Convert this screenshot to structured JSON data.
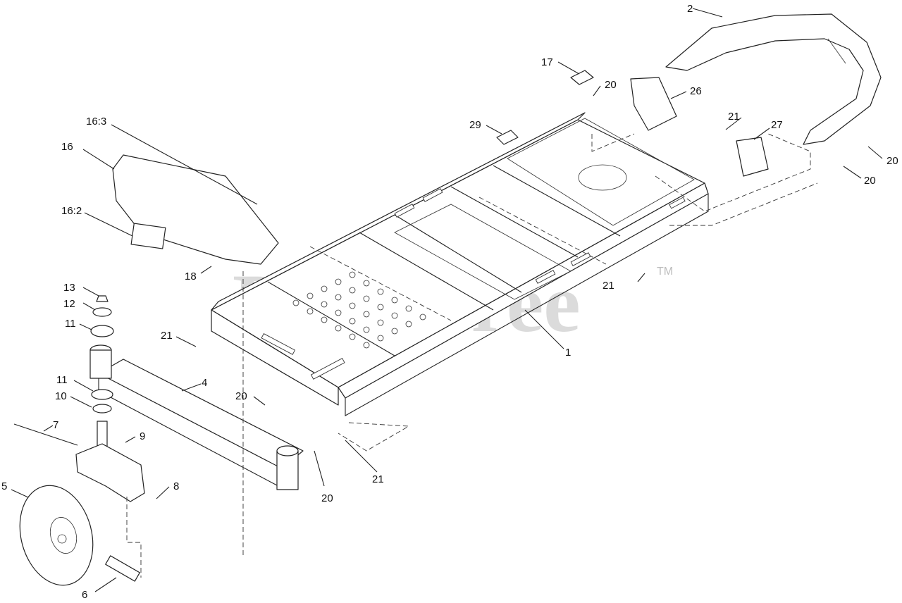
{
  "watermark": {
    "text": "PartsTree",
    "trademark": "TM"
  },
  "callouts": {
    "c1": "1",
    "c2": "2",
    "c4": "4",
    "c5": "5",
    "c6": "6",
    "c7": "7",
    "c8": "8",
    "c9": "9",
    "c10": "10",
    "c11a": "11",
    "c11b": "11",
    "c12": "12",
    "c13": "13",
    "c16": "16",
    "c16_2": "16:2",
    "c16_3": "16:3",
    "c17": "17",
    "c18": "18",
    "c20a": "20",
    "c20b": "20",
    "c20c": "20",
    "c20d": "20",
    "c20e": "20",
    "c21a": "21",
    "c21b": "21",
    "c21c": "21",
    "c21d": "21",
    "c26": "26",
    "c27": "27",
    "c29": "29"
  }
}
